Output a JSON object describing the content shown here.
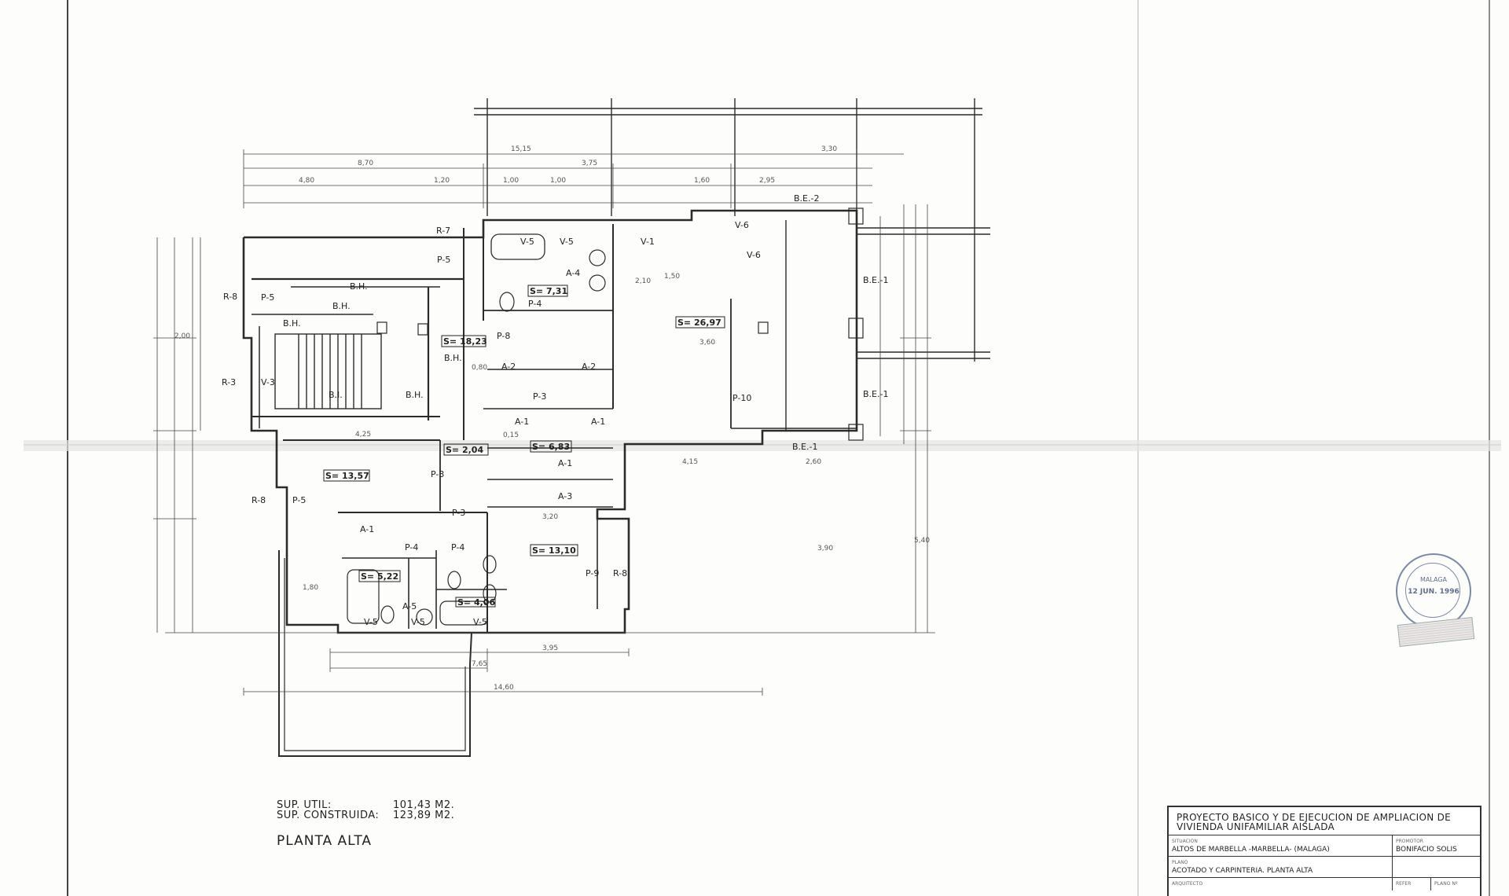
{
  "areas": {
    "util_label": "SUP. UTIL:",
    "util_value": "101,43 M2.",
    "construida_label": "SUP. CONSTRUIDA:",
    "construida_value": "123,89 M2."
  },
  "sheet_name": "PLANTA ALTA",
  "title_block": {
    "project": "PROYECTO BASICO Y DE EJECUCION DE AMPLIACION DE VIVIENDA UNIFAMILIAR AISLADA",
    "situacion_caption": "SITUACION",
    "situacion": "ALTOS DE MARBELLA -MARBELLA- (MALAGA)",
    "promotor_caption": "PROMOTOR",
    "promotor": "BONIFACIO SOLIS",
    "plano_caption": "PLANO",
    "plano": "ACOTADO Y CARPINTERIA. PLANTA ALTA",
    "arquitecto_caption": "ARQUITECTO",
    "refer_caption": "REFER",
    "plano_no_caption": "PLANO Nº"
  },
  "stamp": {
    "city": "MALAGA",
    "date": "12 JUN. 1996"
  },
  "room_areas": [
    "S= 7,31",
    "S= 18,23",
    "S= 26,97",
    "S= 2,04",
    "S= 6,83",
    "S= 13,57",
    "S= 13,10",
    "S= 5,22",
    "S= 4,06"
  ],
  "element_labels": [
    "R-7",
    "P-5",
    "V-5",
    "V-5",
    "A-4",
    "V-1",
    "V-6",
    "V-6",
    "B.E.-2",
    "B.E.-1",
    "B.E.-1",
    "B.E.-1",
    "R-8",
    "P-5",
    "B.H.",
    "B.H.",
    "B.H.",
    "P-4",
    "P-8",
    "R-3",
    "V-3",
    "B.I.",
    "B.H.",
    "B.H.",
    "A-2",
    "A-2",
    "P-3",
    "P-10",
    "A-1",
    "A-1",
    "A-1",
    "A-3",
    "P-3",
    "P-3",
    "R-8",
    "P-5",
    "A-1",
    "P-4",
    "P-4",
    "P-9",
    "R-8",
    "A-5",
    "V-5",
    "V-5",
    "V-5"
  ],
  "dimensions": [
    "15,15",
    "3,30",
    "8,70",
    "3,75",
    "4,80",
    "1,20",
    "1,60",
    "1,00",
    "1,00",
    "2,95",
    "2,10",
    "14,60",
    "7,65",
    "3,95",
    "4,25",
    "4,15",
    "2,60",
    "5,40",
    "1,80",
    "2,00",
    "3,60",
    "3,90",
    "1,50",
    "0,80",
    "0,15",
    "3,20"
  ]
}
